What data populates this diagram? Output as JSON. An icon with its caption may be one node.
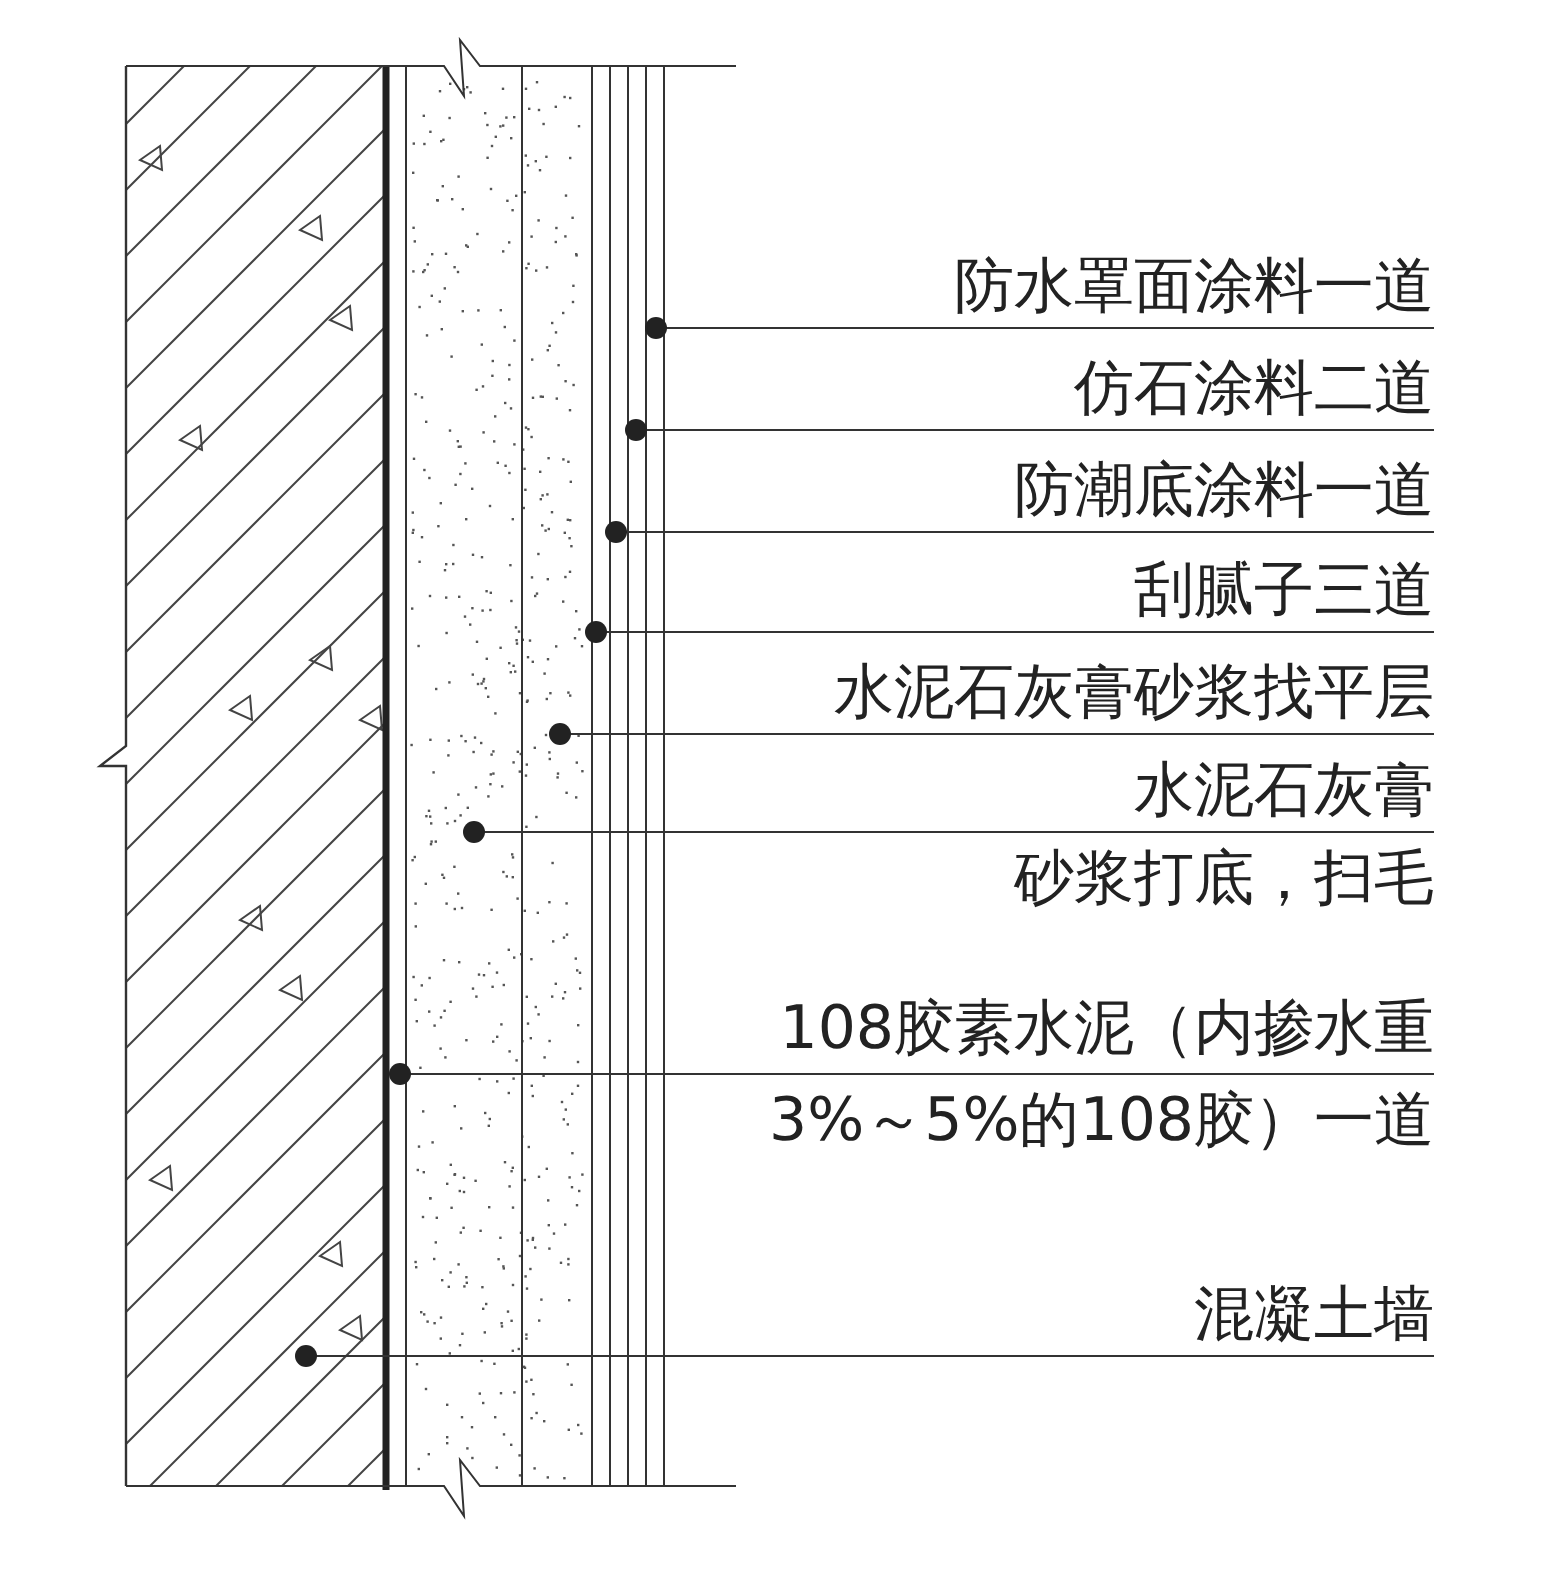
{
  "diagram": {
    "nodes": [
      {
        "text": [
          "防水罩面涂料一道"
        ]
      },
      {
        "text": [
          "仿石涂料二道"
        ]
      },
      {
        "text": [
          "防潮底涂料一道"
        ]
      },
      {
        "text": [
          "刮腻子三道"
        ]
      },
      {
        "text": [
          "水泥石灰膏砂浆找平层"
        ]
      },
      {
        "text": [
          "水泥石灰膏砂浆打底，扫毛"
        ]
      },
      {
        "text": [
          "108胶素水泥（内掺水重3%～5%的108胶）一道"
        ]
      },
      {
        "text": [
          "混凝土墙"
        ]
      }
    ],
    "edges": [
      {
        "from": 0,
        "to": null,
        "arrow": "other"
      },
      {
        "from": 1,
        "to": null,
        "arrow": "other"
      },
      {
        "from": 2,
        "to": null,
        "arrow": "other"
      },
      {
        "from": 3,
        "to": null,
        "arrow": "other"
      },
      {
        "from": 4,
        "to": null,
        "arrow": "other"
      },
      {
        "from": 5,
        "to": null,
        "arrow": "other"
      },
      {
        "from": 6,
        "to": null,
        "arrow": "other"
      },
      {
        "from": 7,
        "to": null,
        "arrow": "other"
      }
    ]
  }
}
